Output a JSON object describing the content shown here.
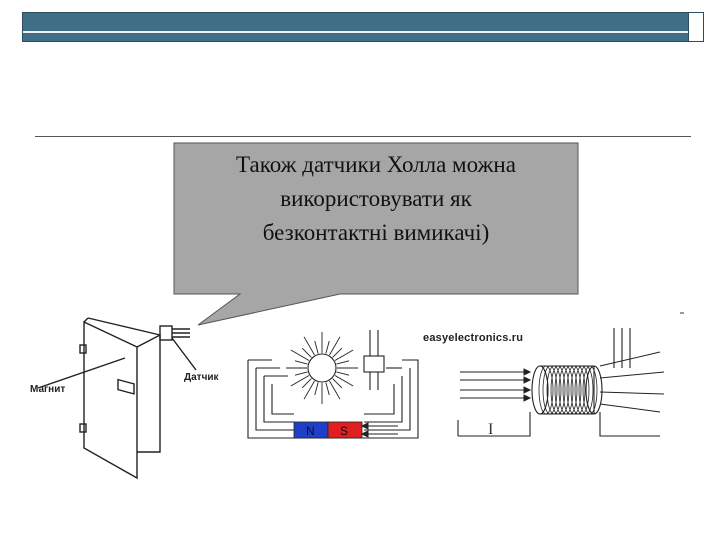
{
  "slide": {
    "callout_lines": [
      "Також датчики Холла можна",
      "використовувати як",
      "безконтактні вимикачі)"
    ]
  },
  "door_diagram": {
    "magnet_label": "Магнит",
    "sensor_label": "Датчик"
  },
  "gear_diagram": {
    "pole_n": "N",
    "pole_s": "S",
    "credit": "easyelectronics.ru"
  },
  "coil_diagram": {
    "current_label": "I"
  },
  "colors": {
    "topbar": "#3f6f86",
    "callout_fill": "#a6a6a6",
    "pole_n": "#1f3fc8",
    "pole_s": "#e02020"
  }
}
